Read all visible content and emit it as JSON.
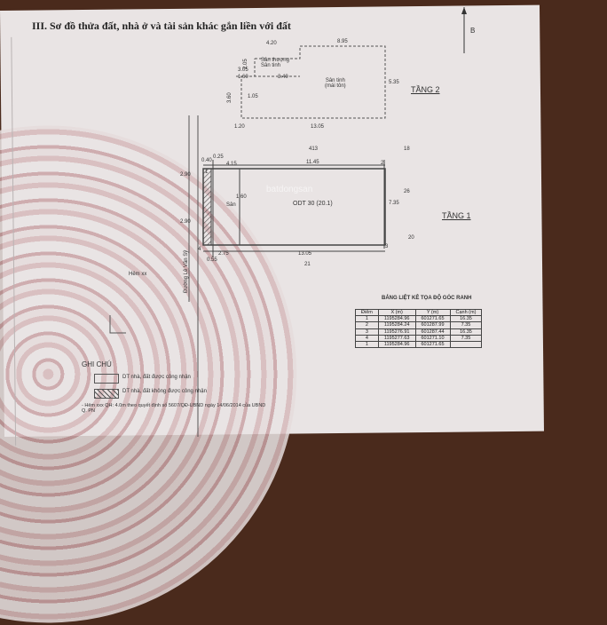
{
  "heading": "III. Sơ đồ thửa đất, nhà ở và tài sản khác gắn liền với đất",
  "north_label": "B",
  "floor2": {
    "label": "TẦNG 2",
    "room1": [
      "Sân thượng",
      "Sân tinh"
    ],
    "room2": [
      "Sân tinh",
      "(mái tôn)"
    ],
    "dims": [
      "4.20",
      "8.95",
      "2.05",
      "3.05",
      "1.60",
      "3.40",
      "3.60",
      "5.35",
      "1.20",
      "13.05",
      "1.05"
    ]
  },
  "floor1": {
    "label": "TẦNG 1",
    "parcel": "ODT",
    "parcel_no": "30",
    "parcel_area": "(20.1)",
    "yard": "Sân",
    "dims": [
      "0.40",
      "0.25",
      "4.15",
      "11.45",
      "2.90",
      "2.90",
      "1.60",
      "2.75",
      "13.05",
      "0.55",
      "7.35"
    ],
    "neighbors": [
      "413",
      "18",
      "26",
      "20",
      "21"
    ],
    "corners": [
      "1",
      "2",
      "3",
      "4"
    ],
    "road_label": "Đường Lê Văn Sỹ",
    "road_label2": "Hẻm xx"
  },
  "coord_table": {
    "caption": "BẢNG LIỆT KÊ TỌA ĐỘ GÓC RANH",
    "headers": [
      "Điểm",
      "X (m)",
      "Y (m)",
      "Cạnh (m)"
    ],
    "rows": [
      [
        "1",
        "1195284.96",
        "601271.65",
        "16.35"
      ],
      [
        "2",
        "1195284.24",
        "601287.99",
        "7.35"
      ],
      [
        "3",
        "1195276.91",
        "601287.44",
        "16.35"
      ],
      [
        "4",
        "1195277.63",
        "601271.10",
        "7.35"
      ],
      [
        "1",
        "1195284.96",
        "601271.65",
        ""
      ]
    ]
  },
  "notes": {
    "title": "GHI CHÚ",
    "legend1": "DT nhà, đất được công nhận",
    "legend2": "DT nhà, đất không được công nhận",
    "remark": "- Hẻm xxx QH: 4.0m theo quyết định số 5607/QĐ-UBND ngày 14/06/2014 của UBND Q. PN"
  },
  "watermark": "batdongsan"
}
